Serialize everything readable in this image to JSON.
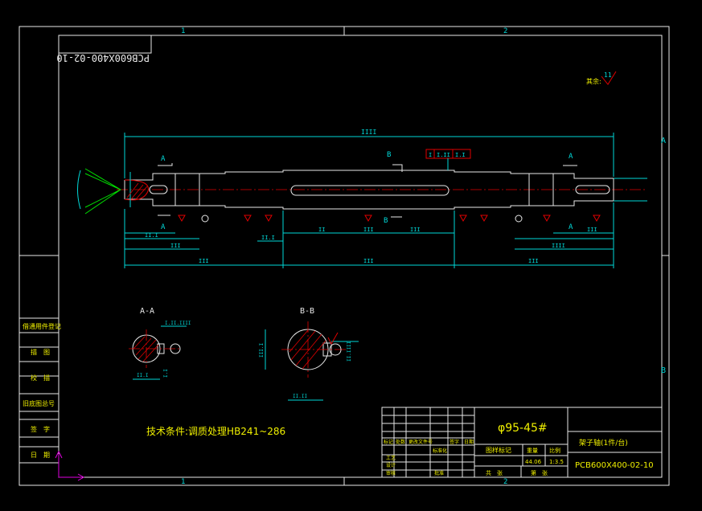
{
  "frame": {
    "zone_top_1": "1",
    "zone_top_2": "2",
    "zone_bottom_1": "1",
    "zone_bottom_2": "2",
    "zone_right_a": "A",
    "zone_right_b": "B"
  },
  "drawing_number_mirrored": "PCB600X400-02-10",
  "surface_note_label": "其余:",
  "surface_note_value": "11",
  "main_view": {
    "overall_dim": "IIII",
    "section_mark_a": "A",
    "section_mark_b": "B",
    "tolerance_frame": [
      "I",
      "I.II",
      "I.I"
    ],
    "bottom_dims": [
      "III",
      "III",
      "III"
    ],
    "row_dims": [
      "II.I",
      "III",
      "III",
      "II.I",
      "IIII",
      "III",
      "II",
      "III"
    ]
  },
  "section_aa": {
    "label": "A-A",
    "width_dim": "I.II.IIII",
    "depth_dim": "II.I",
    "key_dim": "I.I"
  },
  "section_bb": {
    "label": "B-B",
    "width_dim": "II.IIII",
    "dia_dim": "III.I",
    "depth_dim": "II.II"
  },
  "tech_note": "技术条件:调质处理HB241~286",
  "side_table": {
    "rows": [
      "借通用件登记",
      "描　图",
      "校　描",
      "旧底图总号",
      "签　字",
      "日　期"
    ]
  },
  "title_block": {
    "material": "φ95-45#",
    "part_name": "架子轴(1件/台)",
    "drawing_number": "PCB600X400-02-10",
    "stage_label": "图样标记",
    "weight_label": "重量",
    "scale_label": "比例",
    "weight": "44.06",
    "scale": "1:3.5",
    "sheet_label": "共　张",
    "sheet_of_label": "第　张",
    "rev_labels": [
      "标记",
      "处数",
      "更改文件号",
      "签字",
      "日期"
    ],
    "role_labels": [
      "设计",
      "审核",
      "工艺"
    ],
    "std_label": "标准化",
    "approve_label": "批准"
  }
}
